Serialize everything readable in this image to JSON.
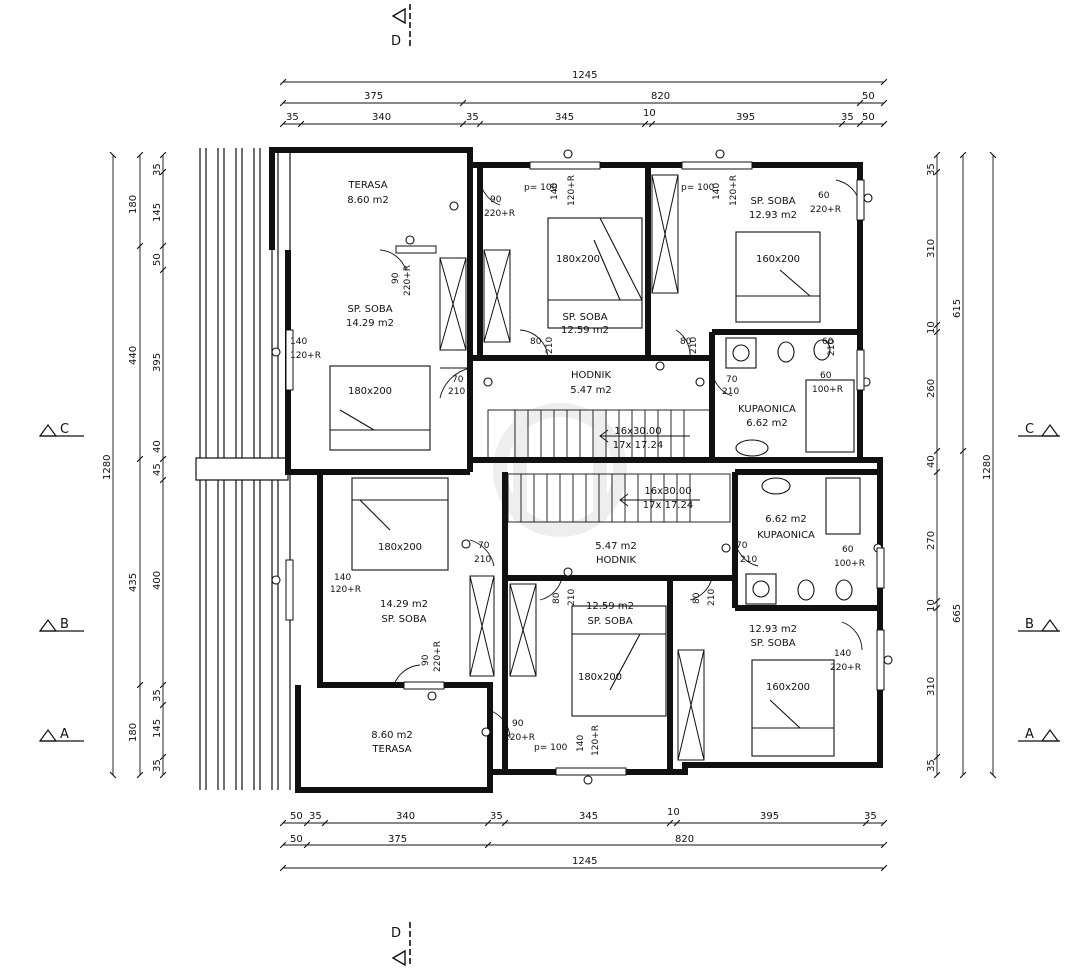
{
  "colors": {
    "ink": "#111111",
    "paper": "#ffffff",
    "wall": "#111111",
    "watermark": "#d8d8d8"
  },
  "section_marks": {
    "top": "D",
    "bottom": "D"
  },
  "grid_axes": {
    "left": [
      "C",
      "B",
      "A"
    ],
    "right": [
      "C",
      "B",
      "A"
    ]
  },
  "rooms": [
    {
      "name": "TERASA",
      "area": "8.60  m2"
    },
    {
      "name": "SP. SOBA",
      "area": "12.59  m2"
    },
    {
      "name": "SP. SOBA",
      "area": "12.93  m2"
    },
    {
      "name": "SP. SOBA",
      "area": "14.29  m2"
    },
    {
      "name": "HODNIK",
      "area": "5.47  m2"
    },
    {
      "name": "KUPAONICA",
      "area": "6.62  m2"
    },
    {
      "name": "KUPAONICA",
      "area": "6.62  m2"
    },
    {
      "name": "HODNIK",
      "area": "5.47  m2"
    },
    {
      "name": "SP. SOBA",
      "area": "14.29  m2"
    },
    {
      "name": "SP. SOBA",
      "area": "12.59  m2"
    },
    {
      "name": "SP. SOBA",
      "area": "12.93  m2"
    },
    {
      "name": "TERASA",
      "area": "8.60  m2"
    }
  ],
  "beds": [
    "180x200",
    "160x200",
    "180x200",
    "180x200",
    "180x200",
    "160x200"
  ],
  "stairs": [
    "16x30.00",
    "17x 17.24",
    "16x30.00",
    "17x 17.24"
  ],
  "openings": [
    "p= 100",
    "140",
    "120+R",
    "p= 100",
    "140",
    "120+R",
    "90",
    "220+R",
    "60",
    "220+R",
    "90",
    "220+R",
    "140",
    "120+R",
    "80",
    "210",
    "80",
    "210",
    "60",
    "210",
    "70",
    "210",
    "70",
    "210",
    "60",
    "100+R",
    "70",
    "210",
    "70",
    "210",
    "140",
    "120+R",
    "60",
    "100+R",
    "80",
    "210",
    "80",
    "210",
    "90",
    "220+R",
    "140",
    "220+R",
    "90",
    "220+R",
    "p= 100",
    "140",
    "120+R"
  ],
  "dims_top": {
    "total": "1245",
    "row2": [
      "375",
      "820",
      "50"
    ],
    "row3": [
      "35",
      "340",
      "35",
      "345",
      "10",
      "395",
      "35",
      "50"
    ]
  },
  "dims_bottom": {
    "row1": [
      "50",
      "35",
      "340",
      "35",
      "345",
      "10",
      "395",
      "35"
    ],
    "row2": [
      "50",
      "375",
      "820"
    ],
    "total": "1245"
  },
  "dims_left": {
    "total": "1280",
    "mid": [
      "180",
      "440",
      "435",
      "180"
    ],
    "inner": [
      "35",
      "145",
      "50",
      "395",
      "45",
      "40",
      "400",
      "35",
      "145",
      "35"
    ]
  },
  "dims_right": {
    "total": "1280",
    "mid": [
      "615",
      "665"
    ],
    "inner": [
      "35",
      "310",
      "10",
      "260",
      "40",
      "270",
      "10",
      "310",
      "35"
    ]
  }
}
